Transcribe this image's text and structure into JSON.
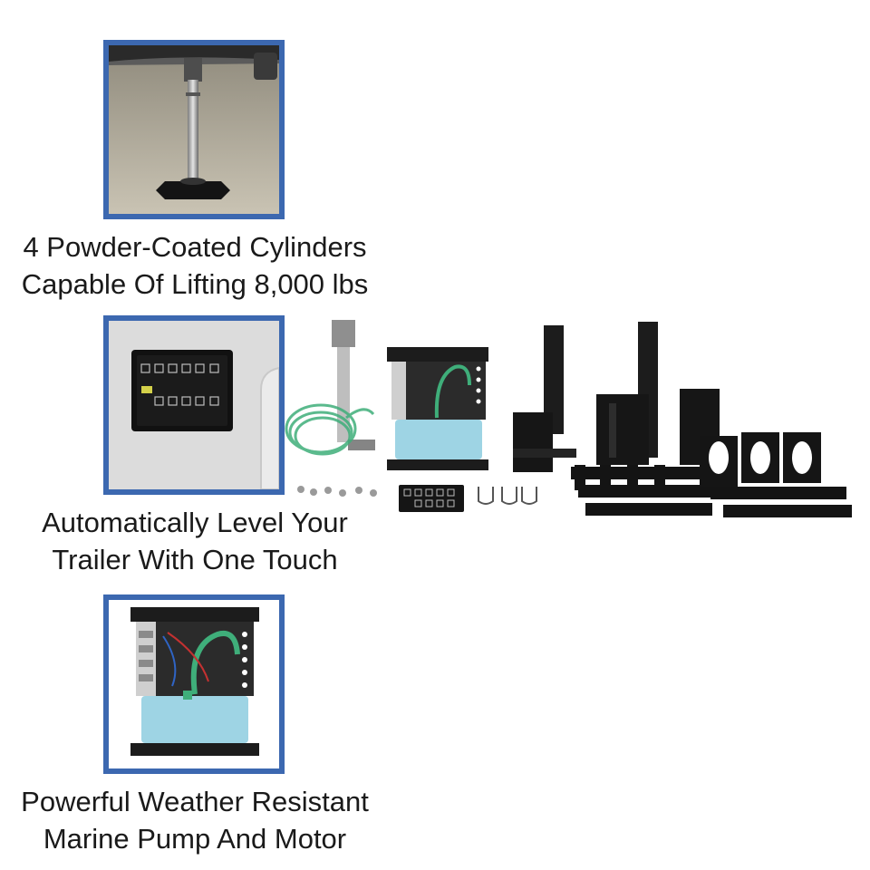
{
  "features": [
    {
      "line1": "4 Powder-Coated Cylinders",
      "line2": "Capable Of Lifting 8,000 lbs",
      "icon": "leveling-jack-icon"
    },
    {
      "line1": "Automatically Level Your",
      "line2": "Trailer With One Touch",
      "icon": "touch-pad-icon"
    },
    {
      "line1": "Powerful Weather Resistant",
      "line2": "Marine Pump And Motor",
      "icon": "pump-unit-icon"
    }
  ],
  "colors": {
    "frame": "#3c68b0",
    "text": "#1a1a1a",
    "hose": "#3fae7a",
    "reservoir": "#9ed4e4",
    "metal": "#1c1c1c"
  }
}
